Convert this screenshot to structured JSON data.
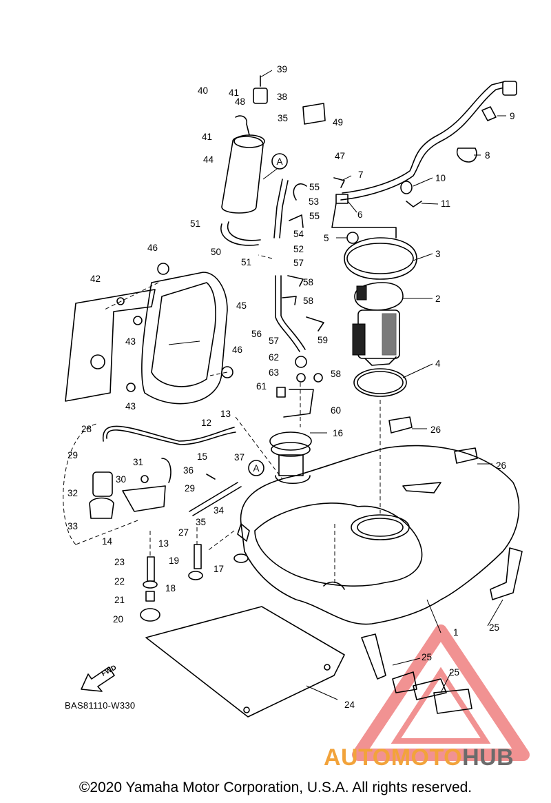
{
  "diagram": {
    "callouts": [
      "1",
      "2",
      "3",
      "4",
      "5",
      "6",
      "7",
      "8",
      "9",
      "10",
      "11",
      "12",
      "13",
      "13",
      "14",
      "15",
      "16",
      "17",
      "18",
      "19",
      "20",
      "21",
      "22",
      "23",
      "24",
      "25",
      "25",
      "25",
      "26",
      "26",
      "27",
      "28",
      "29",
      "29",
      "30",
      "31",
      "32",
      "33",
      "34",
      "35",
      "35",
      "36",
      "37",
      "38",
      "39",
      "40",
      "41",
      "41",
      "42",
      "43",
      "43",
      "44",
      "45",
      "46",
      "46",
      "47",
      "48",
      "49",
      "50",
      "51",
      "51",
      "52",
      "53",
      "54",
      "55",
      "55",
      "56",
      "57",
      "57",
      "58",
      "58",
      "58",
      "59",
      "60",
      "61",
      "62",
      "63"
    ],
    "section_marker": "A",
    "forward_label": "FWD",
    "drawing_code": "BAS81110-W330"
  },
  "copyright": "©2020 Yamaha Motor Corporation, U.S.A. All rights reserved.",
  "watermark": {
    "brand_part1": "AUTOMOTO",
    "brand_part2": "HUB",
    "colors": {
      "brand_orange": "#f2a33b",
      "brand_gray": "#6b6b6b",
      "triangle_red": "#e63a3a"
    }
  }
}
